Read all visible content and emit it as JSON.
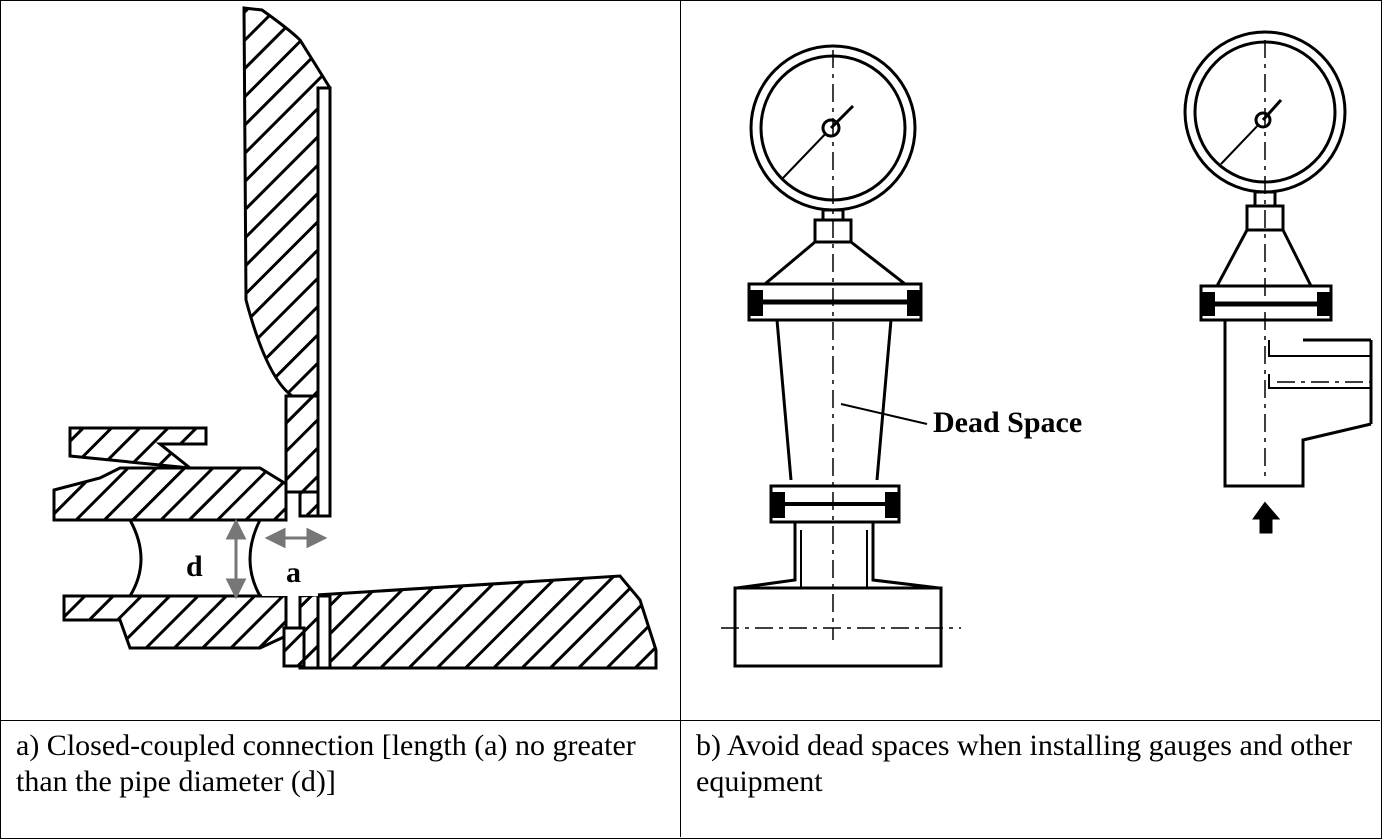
{
  "panel_a": {
    "label_d": "d",
    "label_a": "a",
    "caption": "a) Closed-coupled connection [length (a) no greater than the pipe diameter (d)]"
  },
  "panel_b": {
    "label_dead_space": "Dead Space",
    "caption": "b) Avoid dead spaces when installing gauges and other equipment"
  },
  "colors": {
    "line": "#000000",
    "background": "#ffffff"
  }
}
